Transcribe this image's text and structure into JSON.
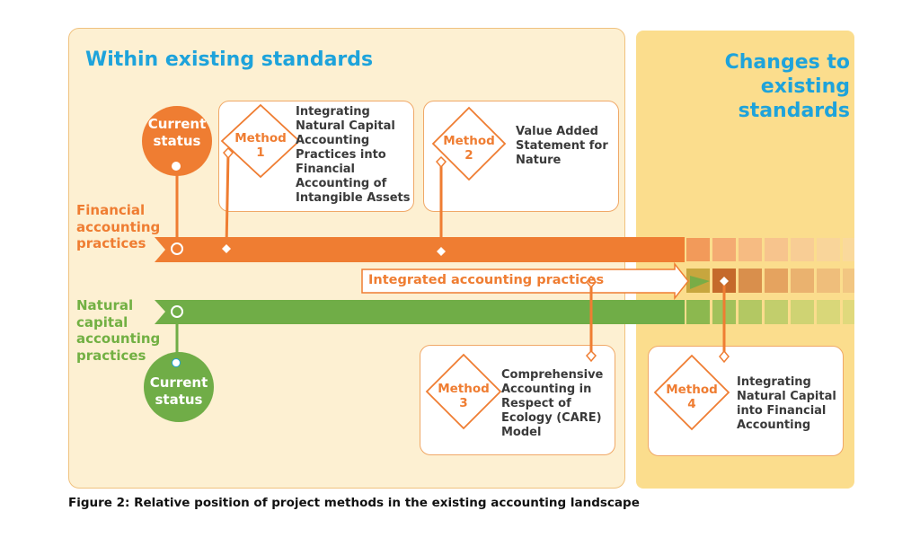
{
  "titles": {
    "within": "Within existing standards",
    "changes": "Changes to\nexisting\nstandards"
  },
  "labels": {
    "financial": "Financial\naccounting\npractices",
    "natural": "Natural\ncapital\naccounting\npractices",
    "integrated": "Integrated accounting practices"
  },
  "status": {
    "top": "Current\nstatus",
    "bottom": "Current\nstatus"
  },
  "methods": [
    {
      "tag": "Method",
      "number": "1",
      "text": "Integrating\nNatural Capital\nAccounting\nPractices into\nFinancial\nAccounting of\nIntangible Assets"
    },
    {
      "tag": "Method",
      "number": "2",
      "text": "Value Added\nStatement for\nNature"
    },
    {
      "tag": "Method",
      "number": "3",
      "text": "Comprehensive\nAccounting in\nRespect of\nEcology (CARE)\nModel"
    },
    {
      "tag": "Method",
      "number": "4",
      "text": "Integrating\nNatural Capital\ninto Financial\nAccounting"
    }
  ],
  "caption": "Figure 2: Relative position of project methods in the existing accounting landscape",
  "colors": {
    "orange": "#ef7d32",
    "green": "#70ad47",
    "blue": "#1ea3db",
    "panel_left": "#fdf0d2",
    "panel_right": "#fbdd8d"
  }
}
